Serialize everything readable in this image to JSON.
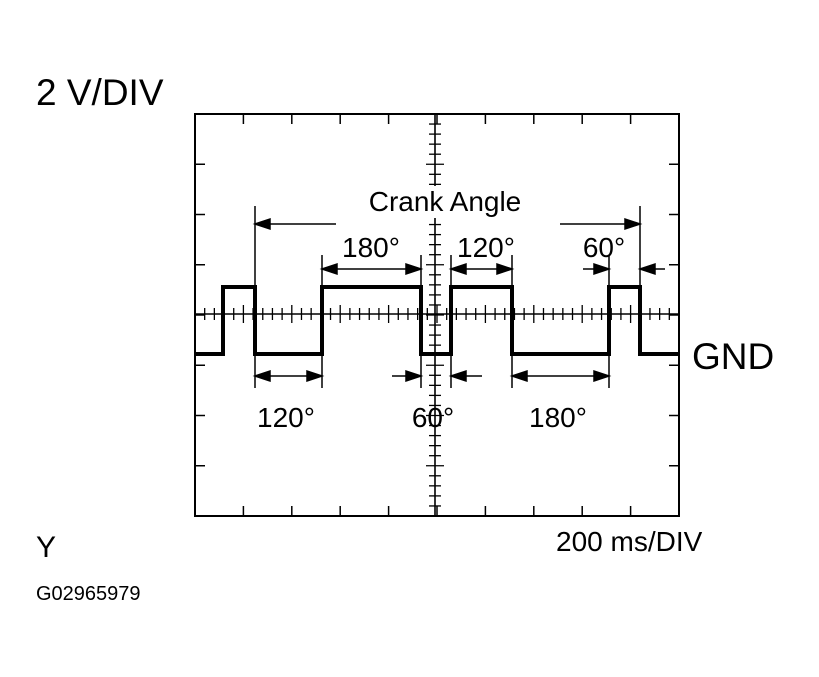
{
  "voltage_scale": "2 V/DIV",
  "time_scale": "200 ms/DIV",
  "ground_label": "GND",
  "title": "Crank Angle",
  "figure_letter": "Y",
  "figure_id": "G02965979",
  "upper_angles": [
    "180°",
    "120°",
    "60°"
  ],
  "lower_angles": [
    "120°",
    "60°",
    "180°"
  ],
  "colors": {
    "trace": "#000000",
    "grid": "#000000",
    "background": "#ffffff"
  }
}
